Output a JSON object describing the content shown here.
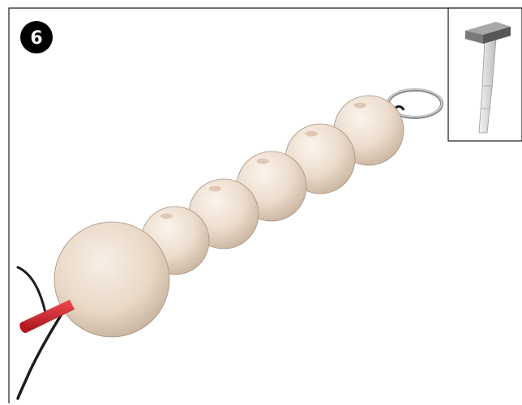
{
  "step": {
    "number": "6"
  },
  "inset": {
    "tool_icon": "hammer-icon"
  },
  "illustration": {
    "beads": [
      {
        "role": "large-bead",
        "size": "large"
      },
      {
        "role": "small-bead",
        "size": "small"
      },
      {
        "role": "small-bead",
        "size": "small"
      },
      {
        "role": "small-bead",
        "size": "small"
      },
      {
        "role": "small-bead",
        "size": "small"
      },
      {
        "role": "small-bead",
        "size": "small"
      }
    ],
    "parts": [
      "wooden-beads",
      "key-ring",
      "cord",
      "red-pin"
    ]
  },
  "colors": {
    "wood_light": "#f3e9de",
    "wood_mid": "#e4d2c0",
    "wood_dark": "#b9a592",
    "pin_red": "#d0202a",
    "cord": "#1c1c1c",
    "ring": "#a9a9a9",
    "hammer_head": "#6f6f6f",
    "hammer_handle": "#e6e6e6",
    "badge": "#000000"
  }
}
